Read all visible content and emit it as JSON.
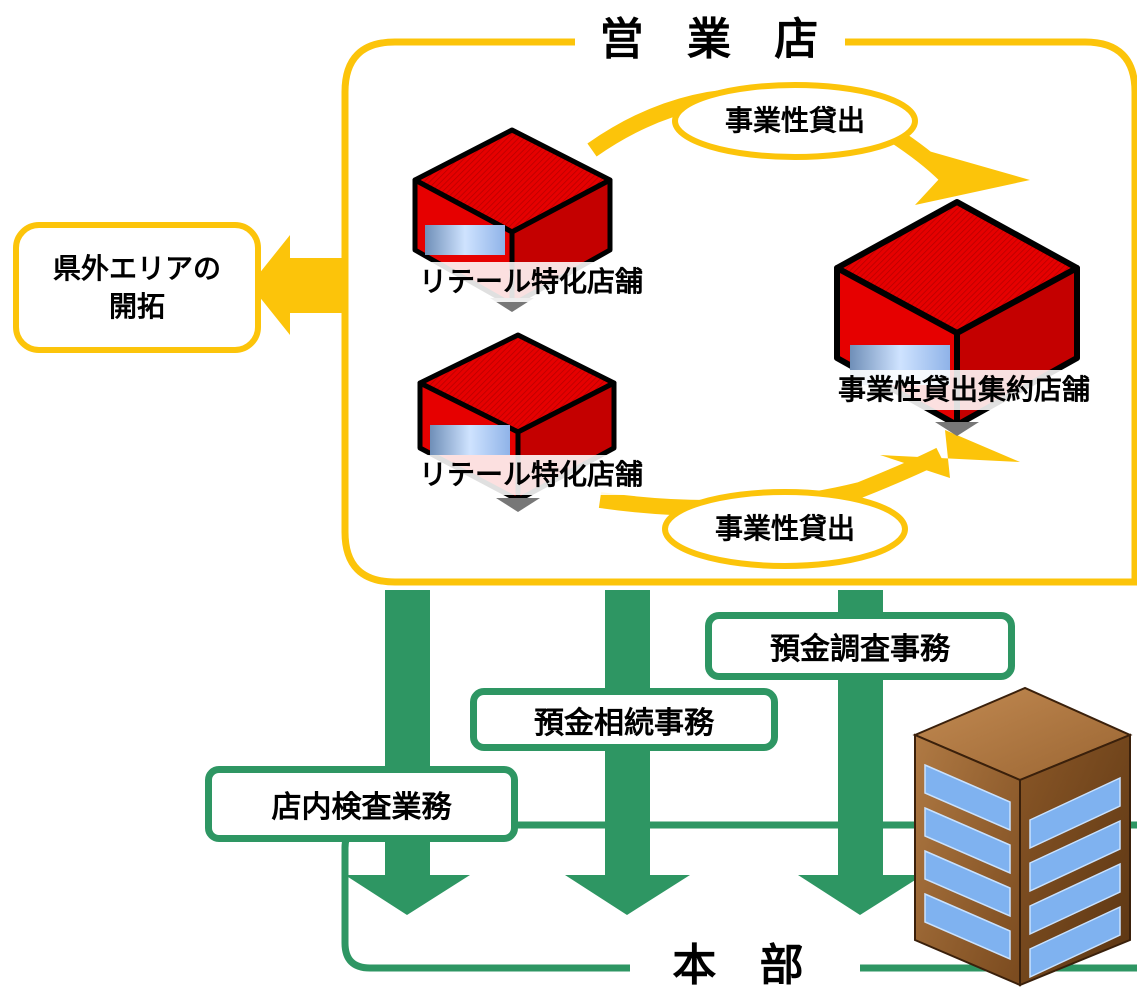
{
  "branch_title": "営 業 店",
  "headquarters_title": "本 部",
  "outside_area": {
    "line1": "県外エリアの",
    "line2": "開拓"
  },
  "stores": {
    "retail_1": "リテール特化店舗",
    "retail_2": "リテール特化店舗",
    "business_hub": "事業性貸出集約店舗"
  },
  "loan_labels": {
    "top": "事業性貸出",
    "bottom": "事業性貸出"
  },
  "tasks": {
    "deposit_survey": "預金調査事務",
    "deposit_inheritance": "預金相続事務",
    "internal_audit": "店内検査業務"
  },
  "colors": {
    "yellow": "#fcc40a",
    "green": "#2e9663",
    "red": "#e60000",
    "brown": "#8b5a2b"
  }
}
